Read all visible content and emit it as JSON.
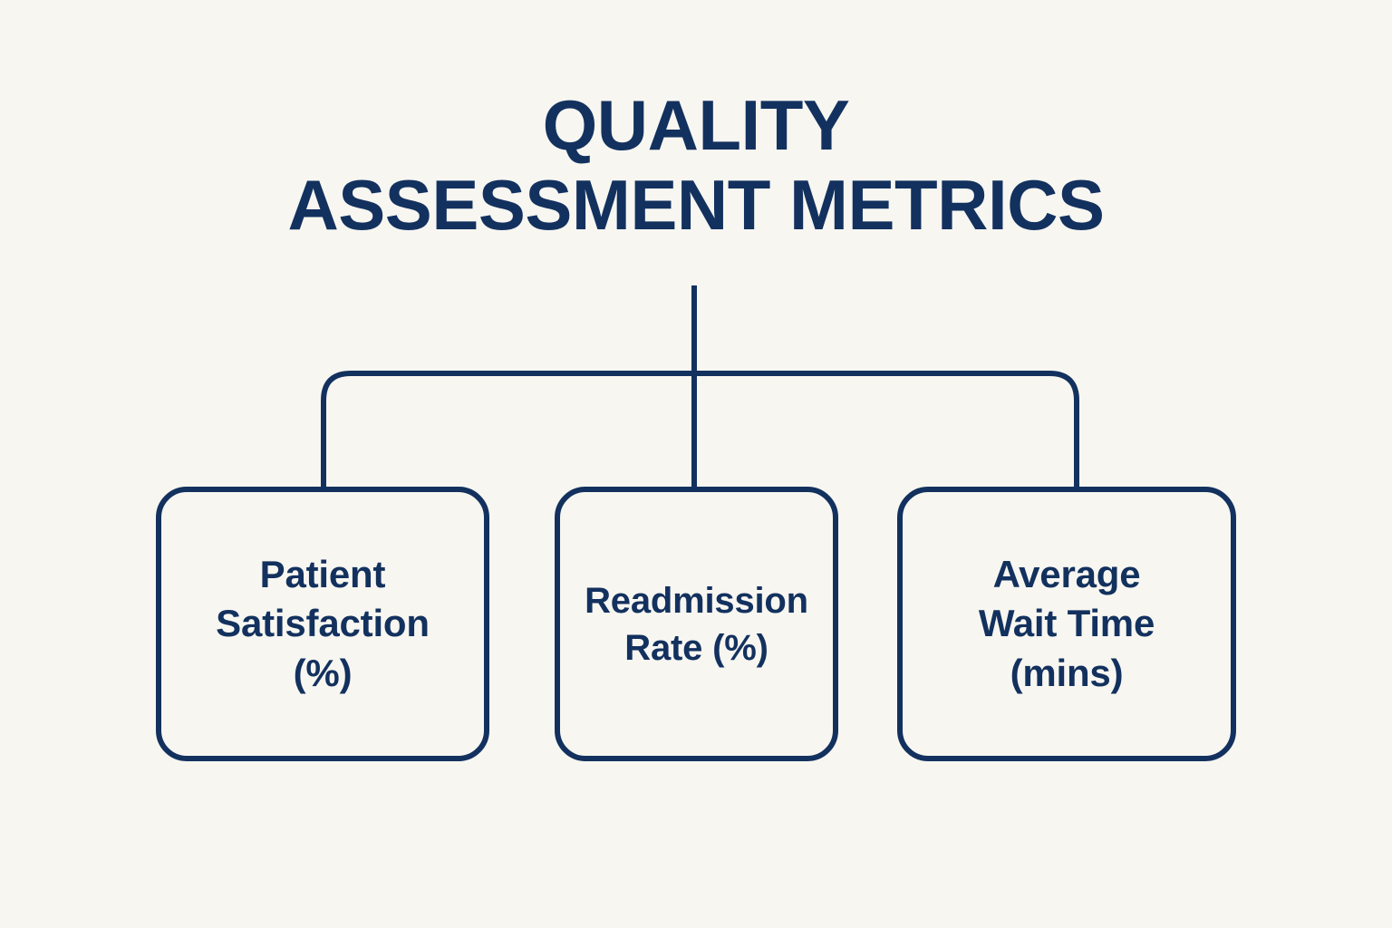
{
  "diagram": {
    "kind": "org-chart-tree",
    "background_color": "#f7f6f1",
    "accent_color": "#13315e",
    "title": {
      "line1": "QUALITY",
      "line2": "ASSESSMENT METRICS",
      "full_text": "QUALITY ASSESSMENT METRICS"
    },
    "nodes": [
      {
        "id": "patient-satisfaction",
        "label": "Patient\nSatisfaction\n(%)",
        "name": "Patient Satisfaction",
        "unit": "%"
      },
      {
        "id": "readmission-rate",
        "label": "Readmission\nRate (%)",
        "name": "Readmission Rate",
        "unit": "%"
      },
      {
        "id": "average-wait-time",
        "label": "Average\nWait Time\n(mins)",
        "name": "Average Wait Time",
        "unit": "mins"
      }
    ],
    "connectors": {
      "trunk_label": "root-trunk",
      "branch_label": "horizontal-branch-bar"
    }
  }
}
